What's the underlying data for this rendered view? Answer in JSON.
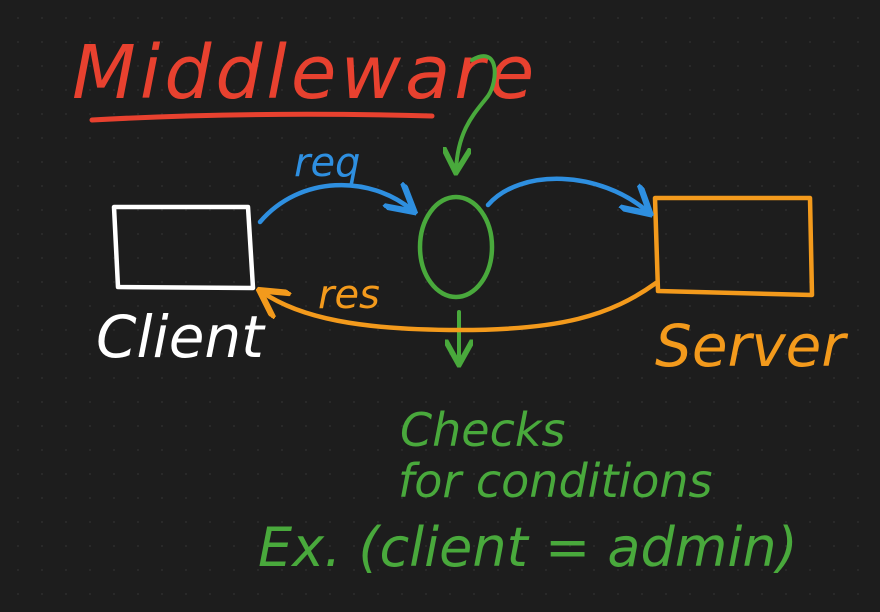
{
  "diagram": {
    "title": "Middleware",
    "client_label": "Client",
    "server_label": "Server",
    "req_label": "req",
    "res_label": "res",
    "note_line1": "Checks",
    "note_line2": "for conditions",
    "example": "Ex. (client = admin)"
  },
  "colors": {
    "background": "#1d1d1d",
    "title": "#e8412f",
    "client": "#ffffff",
    "server": "#f39a1c",
    "request": "#2e8fe0",
    "response": "#f39a1c",
    "middleware": "#49a93c"
  }
}
